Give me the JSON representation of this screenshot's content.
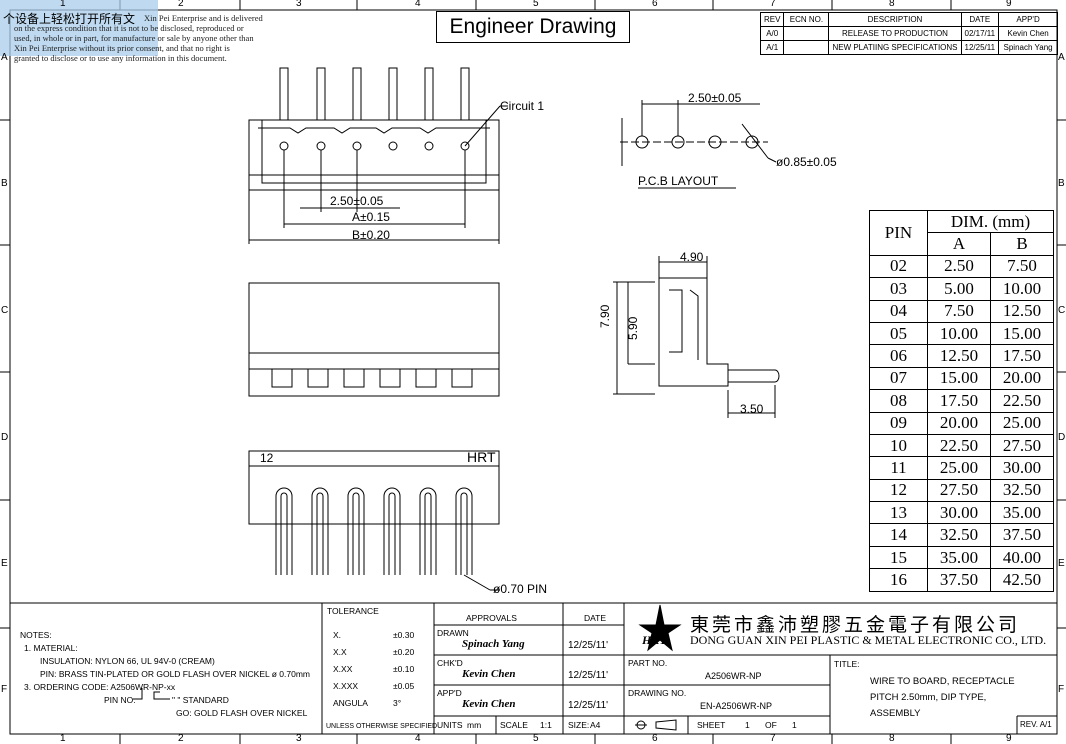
{
  "overlay": {
    "text": "个设备上轻松打开所有文"
  },
  "notice_lines": [
    "Xin Pei Enterprise and is delivered",
    "on the express condition that it is not to be disclosed, reproduced or",
    "used, in whole or in part, for manufacture or sale by anyone other than",
    "Xin Pei Enterprise without its prior consent, and that no right is",
    "granted to disclose or to use any information in this document."
  ],
  "title": "Engineer Drawing",
  "grid": {
    "columns": [
      "1",
      "2",
      "3",
      "4",
      "5",
      "6",
      "7",
      "8",
      "9"
    ],
    "rows": [
      "A",
      "B",
      "C",
      "D",
      "E",
      "F"
    ]
  },
  "revision": {
    "headers": [
      "REV",
      "ECN NO.",
      "DESCRIPTION",
      "DATE",
      "APP'D"
    ],
    "rows": [
      {
        "rev": "A/0",
        "ecn": "",
        "desc": "RELEASE TO PRODUCTION",
        "date": "02/17/11",
        "app": "Kevin Chen"
      },
      {
        "rev": "A/1",
        "ecn": "",
        "desc": "NEW PLATIING SPECIFICATIONS",
        "date": "12/25/11",
        "app": "Spinach Yang"
      }
    ]
  },
  "drawing_labels": {
    "circuit": "Circuit 1",
    "pitch": "2.50±0.05",
    "dim_a": "A±0.15",
    "dim_b": "B±0.20",
    "pcb_pitch": "2.50±0.05",
    "pcb_hole": "ø0.85±0.05",
    "pcb_title": "P.C.B LAYOUT",
    "side_width": "4.90",
    "side_height": "7.90",
    "side_inner": "5.90",
    "side_pin": "3.50",
    "pin_count": "12",
    "brand": "HRT",
    "pin_dia": "ø0.70 PIN"
  },
  "dim_table": {
    "header_pin": "PIN",
    "header_dim": "DIM. (mm)",
    "header_a": "A",
    "header_b": "B",
    "rows": [
      [
        "02",
        "2.50",
        "7.50"
      ],
      [
        "03",
        "5.00",
        "10.00"
      ],
      [
        "04",
        "7.50",
        "12.50"
      ],
      [
        "05",
        "10.00",
        "15.00"
      ],
      [
        "06",
        "12.50",
        "17.50"
      ],
      [
        "07",
        "15.00",
        "20.00"
      ],
      [
        "08",
        "17.50",
        "22.50"
      ],
      [
        "09",
        "20.00",
        "25.00"
      ],
      [
        "10",
        "22.50",
        "27.50"
      ],
      [
        "11",
        "25.00",
        "30.00"
      ],
      [
        "12",
        "27.50",
        "32.50"
      ],
      [
        "13",
        "30.00",
        "35.00"
      ],
      [
        "14",
        "32.50",
        "37.50"
      ],
      [
        "15",
        "35.00",
        "40.00"
      ],
      [
        "16",
        "37.50",
        "42.50"
      ]
    ]
  },
  "notes": {
    "title": "NOTES:",
    "line1": "1. MATERIAL:",
    "line2": "INSULATION: NYLON 66, UL 94V-0 (CREAM)",
    "line3": "PIN: BRASS TIN-PLATED OR GOLD FLASH OVER NICKEL ø 0.70mm",
    "line4": "3. ORDERING CODE: A2506WR-NP-xx",
    "line5": "PIN NO.",
    "line6": "\" \" STANDARD",
    "line7": "GO: GOLD FLASH OVER NICKEL"
  },
  "tolerance": {
    "title": "TOLERANCE",
    "rows": [
      [
        "X.",
        "±0.30"
      ],
      [
        "X.X",
        "±0.20"
      ],
      [
        "X.XX",
        "±0.10"
      ],
      [
        "X.XXX",
        "±0.05"
      ],
      [
        "ANGULA",
        "3°"
      ]
    ],
    "footer": "UNLESS OTHERWISE SPECIFIED",
    "units_label": "UNITS",
    "units": "mm"
  },
  "approvals": {
    "title": "APPROVALS",
    "date_title": "DATE",
    "drawn_label": "DRAWN",
    "drawn_name": "Spinach Yang",
    "drawn_date": "12/25/11'",
    "chkd_label": "CHK'D",
    "chkd_name": "Kevin Chen",
    "chkd_date": "12/25/11'",
    "appd_label": "APP'D",
    "appd_name": "Kevin Chen",
    "appd_date": "12/25/11'",
    "scale_label": "SCALE",
    "scale": "1:1",
    "size_label": "SIZE:",
    "size": "A4"
  },
  "company": {
    "logo": "HRT",
    "cn_name": "東莞市鑫沛塑膠五金電子有限公司",
    "en_name": "DONG GUAN XIN PEI PLASTIC & METAL ELECTRONIC CO., LTD."
  },
  "part": {
    "part_label": "PART NO.",
    "part_no": "A2506WR-NP",
    "drawing_label": "DRAWING NO.",
    "drawing_no": "EN-A2506WR-NP",
    "sheet_label": "SHEET",
    "sheet": "1",
    "of_label": "OF",
    "of": "1",
    "title_label": "TITLE:",
    "title_line1": "WIRE TO BOARD, RECEPTACLE",
    "title_line2": "PITCH 2.50mm, DIP TYPE,",
    "title_line3": "ASSEMBLY",
    "rev": "REV. A/1"
  }
}
